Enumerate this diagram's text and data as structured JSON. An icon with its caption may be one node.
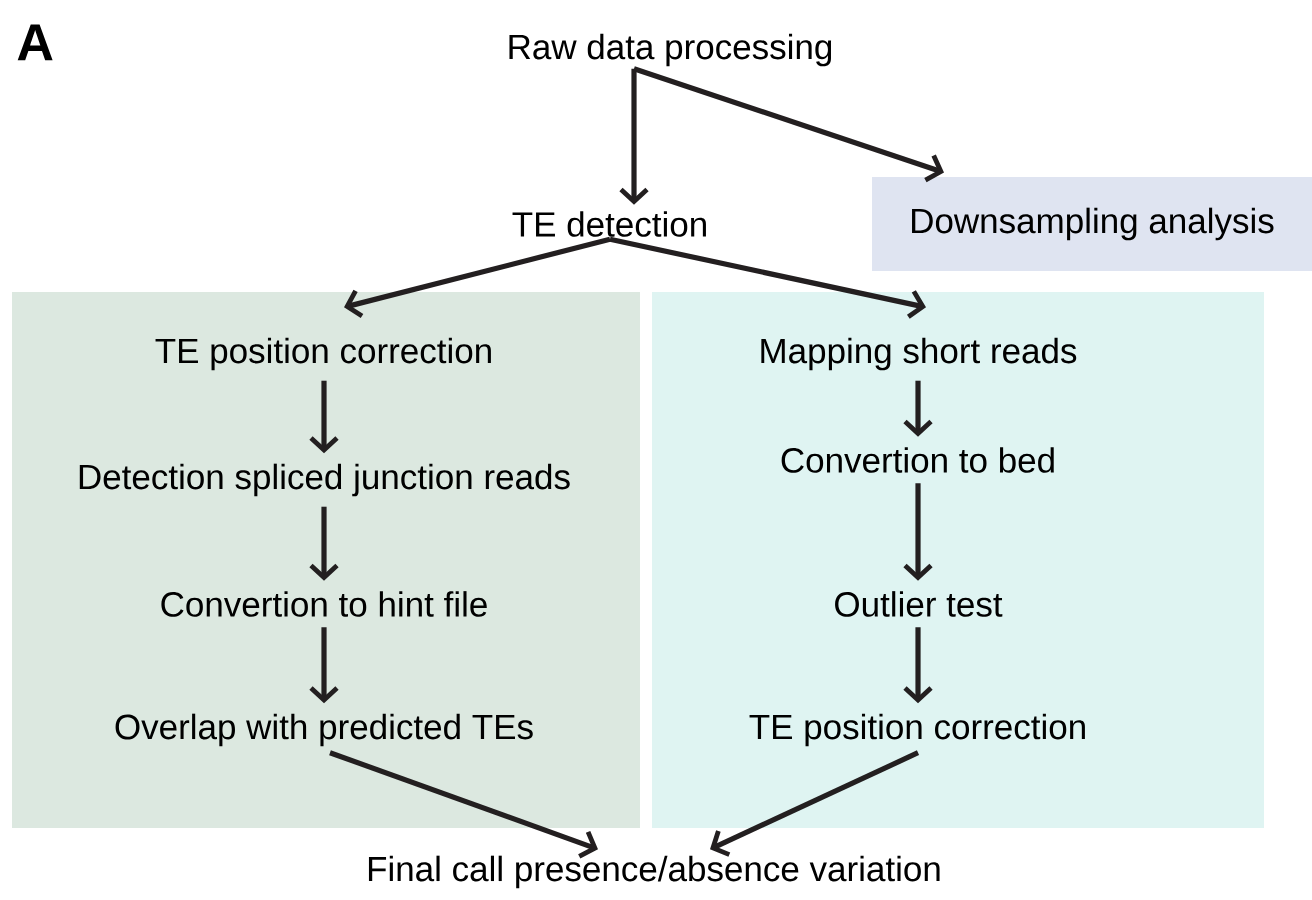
{
  "diagram": {
    "nodes": [
      {
        "text": [
          "Raw data processing"
        ]
      },
      {
        "text": [
          "TE detection"
        ]
      },
      {
        "text": [
          "Downsampling analysis"
        ]
      },
      {
        "text": [],
        "shape": "box"
      },
      {
        "text": [],
        "shape": "box"
      },
      {
        "text": [
          "TE position correction"
        ],
        "in": 3
      },
      {
        "text": [
          "Detection spliced junction reads"
        ],
        "in": 3
      },
      {
        "text": [
          "Convertion to hint file"
        ],
        "in": 3
      },
      {
        "text": [
          "Overlap with predicted TEs"
        ],
        "in": 3
      },
      {
        "text": [
          "Mapping short reads"
        ],
        "in": 4
      },
      {
        "text": [
          "Convertion to bed"
        ],
        "in": 4
      },
      {
        "text": [
          "Outlier test"
        ],
        "in": 4
      },
      {
        "text": [
          "TE position correction"
        ],
        "in": 4
      },
      {
        "text": [
          "Final call presence/absence variation"
        ]
      }
    ],
    "edges": [
      {
        "from": 0,
        "to": 1,
        "arrow": "to"
      },
      {
        "from": 0,
        "to": 2,
        "arrow": "to"
      },
      {
        "from": 1,
        "to": 5,
        "arrow": "to"
      },
      {
        "from": 1,
        "to": 9,
        "arrow": "to"
      },
      {
        "from": 5,
        "to": 6,
        "arrow": "to"
      },
      {
        "from": 6,
        "to": 7,
        "arrow": "to"
      },
      {
        "from": 7,
        "to": 8,
        "arrow": "to"
      },
      {
        "from": 9,
        "to": 10,
        "arrow": "to"
      },
      {
        "from": 10,
        "to": 11,
        "arrow": "to"
      },
      {
        "from": 11,
        "to": 12,
        "arrow": "to"
      },
      {
        "from": 8,
        "to": 13,
        "arrow": "to"
      },
      {
        "from": 12,
        "to": 13,
        "arrow": "to"
      }
    ],
    "labels": [
      "A"
    ]
  }
}
